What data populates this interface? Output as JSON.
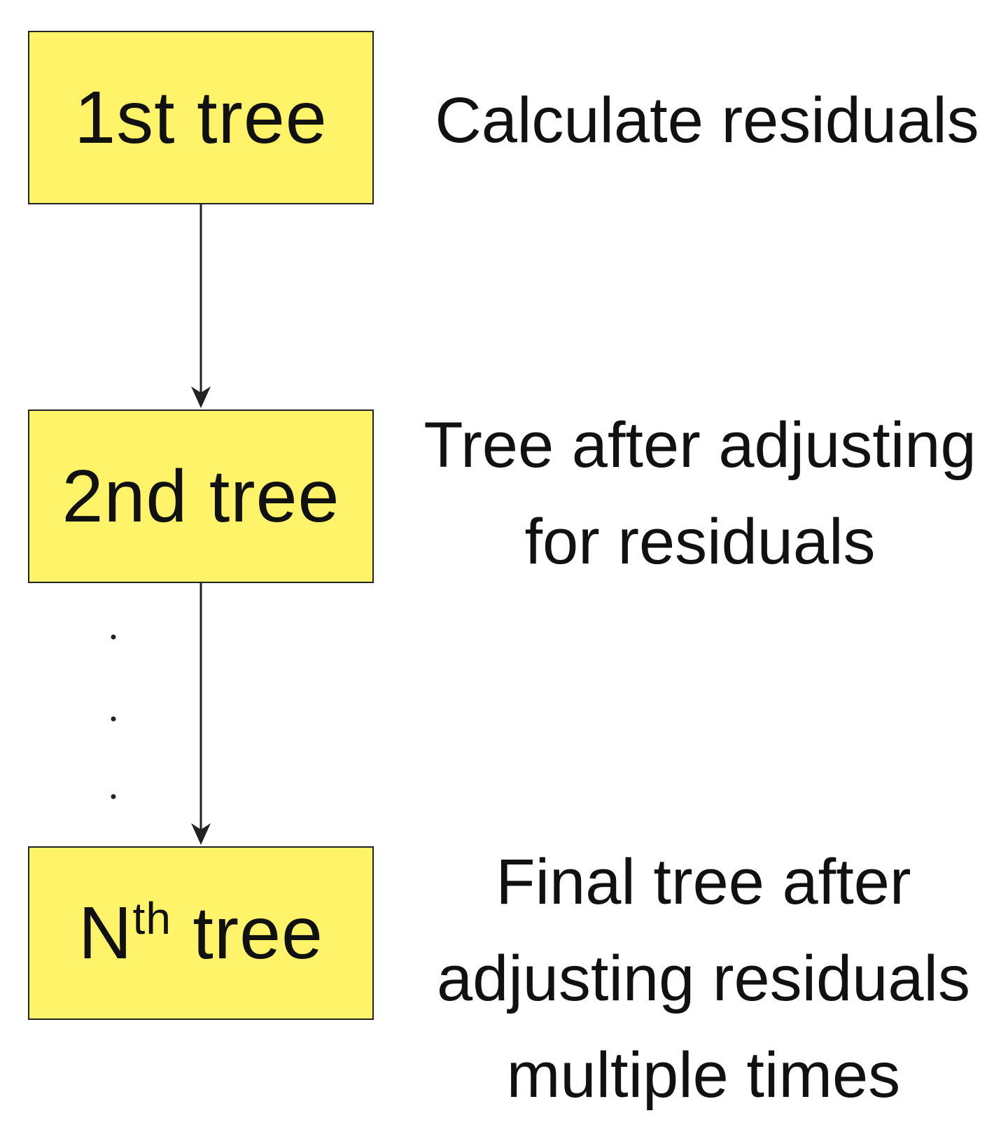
{
  "boxes": [
    {
      "label": "1st tree"
    },
    {
      "label": "2nd tree"
    },
    {
      "label": "N",
      "superscript": "th",
      "suffix": " tree"
    }
  ],
  "notes": [
    {
      "lines": [
        "Calculate residuals"
      ]
    },
    {
      "lines": [
        "Tree after adjusting",
        "for residuals"
      ]
    },
    {
      "lines": [
        "Final tree after",
        "adjusting residuals",
        "multiple times"
      ]
    }
  ],
  "ellipsis": "⋮",
  "colors": {
    "box_fill": "#fff36a",
    "box_border": "#222222",
    "text": "#111111",
    "arrow": "#222222"
  }
}
